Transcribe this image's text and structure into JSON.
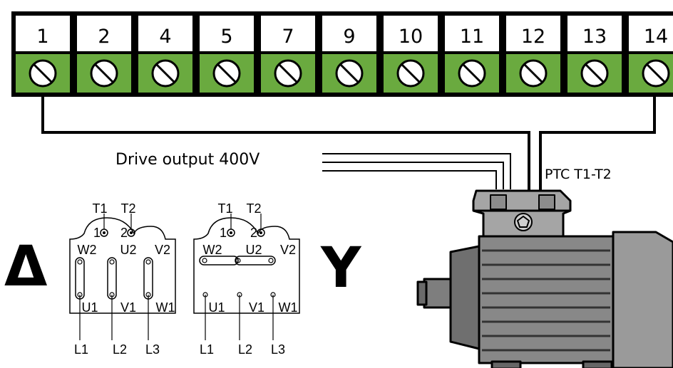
{
  "terminals": [
    "1",
    "2",
    "4",
    "5",
    "7",
    "9",
    "10",
    "11",
    "12",
    "13",
    "14"
  ],
  "labels": {
    "drive_output": "Drive output 400V",
    "ptc": "PTC T1-T2",
    "delta_symbol": "Δ",
    "star_symbol": "Y"
  },
  "delta_box": {
    "top": [
      "T1",
      "T2"
    ],
    "top_nums": [
      "1",
      "2"
    ],
    "mid": [
      "W2",
      "U2",
      "V2"
    ],
    "bottom": [
      "U1",
      "V1",
      "W1"
    ],
    "lines": [
      "L1",
      "L2",
      "L3"
    ]
  },
  "star_box": {
    "top": [
      "T1",
      "T2"
    ],
    "top_nums": [
      "1",
      "2"
    ],
    "mid": [
      "W2",
      "U2",
      "V2"
    ],
    "bottom": [
      "U1",
      "V1",
      "W1"
    ],
    "lines": [
      "L1",
      "L2",
      "L3"
    ]
  },
  "colors": {
    "terminal_green": "#6aaa3f",
    "motor_grey": "#8a8a8a",
    "motor_dark": "#5e5e5e",
    "motor_light": "#b0b0b0"
  }
}
